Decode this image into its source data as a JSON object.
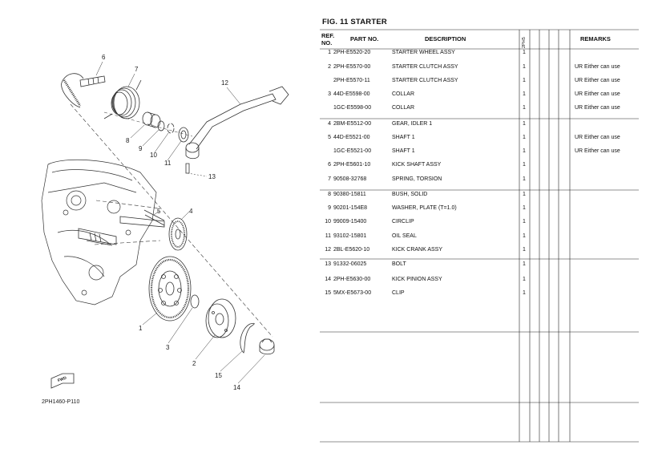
{
  "figure": {
    "title": "FIG. 11  STARTER",
    "diagram_code": "2PH1460-P110",
    "fwd_label": "FWD"
  },
  "callouts": [
    "1",
    "2",
    "3",
    "4",
    "5",
    "6",
    "7",
    "8",
    "9",
    "10",
    "11",
    "12",
    "13",
    "14",
    "15"
  ],
  "table": {
    "headers": {
      "ref_line1": "REF.",
      "ref_line2": "NO.",
      "part_no": "PART NO.",
      "description": "DESCRIPTION",
      "model": "2PH5",
      "remarks": "REMARKS"
    },
    "rows": [
      {
        "ref": "1",
        "part_no": "2PH-E5520-20",
        "description": "STARTER WHEEL ASSY",
        "qty": "1",
        "remarks": ""
      },
      {
        "ref": "2",
        "part_no": "2PH-E5570-00",
        "description": "STARTER CLUTCH ASSY",
        "qty": "1",
        "remarks": "UR Either can use"
      },
      {
        "ref": "",
        "part_no": "2PH-E5570-11",
        "description": "STARTER CLUTCH ASSY",
        "qty": "1",
        "remarks": "UR Either can use"
      },
      {
        "ref": "3",
        "part_no": "44D-E5598-00",
        "description": "COLLAR",
        "qty": "1",
        "remarks": "UR Either can use"
      },
      {
        "ref": "",
        "part_no": "1GC-E5598-00",
        "description": "COLLAR",
        "qty": "1",
        "remarks": "UR Either can use"
      },
      {
        "ref": "4",
        "part_no": "2BM-E5512-00",
        "description": "GEAR, IDLER 1",
        "qty": "1",
        "remarks": ""
      },
      {
        "ref": "5",
        "part_no": "44D-E5521-00",
        "description": "SHAFT 1",
        "qty": "1",
        "remarks": "UR Either can use"
      },
      {
        "ref": "",
        "part_no": "1GC-E5521-00",
        "description": "SHAFT 1",
        "qty": "1",
        "remarks": "UR Either can use"
      },
      {
        "ref": "6",
        "part_no": "2PH-E5601-10",
        "description": "KICK SHAFT ASSY",
        "qty": "1",
        "remarks": ""
      },
      {
        "ref": "7",
        "part_no": "90508-32768",
        "description": "SPRING, TORSION",
        "qty": "1",
        "remarks": ""
      },
      {
        "ref": "8",
        "part_no": "90380-15811",
        "description": "BUSH, SOLID",
        "qty": "1",
        "remarks": ""
      },
      {
        "ref": "9",
        "part_no": "90201-154E8",
        "description": "WASHER, PLATE (T=1.0)",
        "qty": "1",
        "remarks": ""
      },
      {
        "ref": "10",
        "part_no": "99009-15400",
        "description": "CIRCLIP",
        "qty": "1",
        "remarks": ""
      },
      {
        "ref": "11",
        "part_no": "93102-15801",
        "description": "OIL SEAL",
        "qty": "1",
        "remarks": ""
      },
      {
        "ref": "12",
        "part_no": "2BL-E5620-10",
        "description": "KICK CRANK ASSY",
        "qty": "1",
        "remarks": ""
      },
      {
        "ref": "13",
        "part_no": "91332-06025",
        "description": "BOLT",
        "qty": "1",
        "remarks": ""
      },
      {
        "ref": "14",
        "part_no": "2PH-E5630-00",
        "description": "KICK PINION ASSY",
        "qty": "1",
        "remarks": ""
      },
      {
        "ref": "15",
        "part_no": "5MX-E5673-00",
        "description": "CLIP",
        "qty": "1",
        "remarks": ""
      }
    ]
  }
}
